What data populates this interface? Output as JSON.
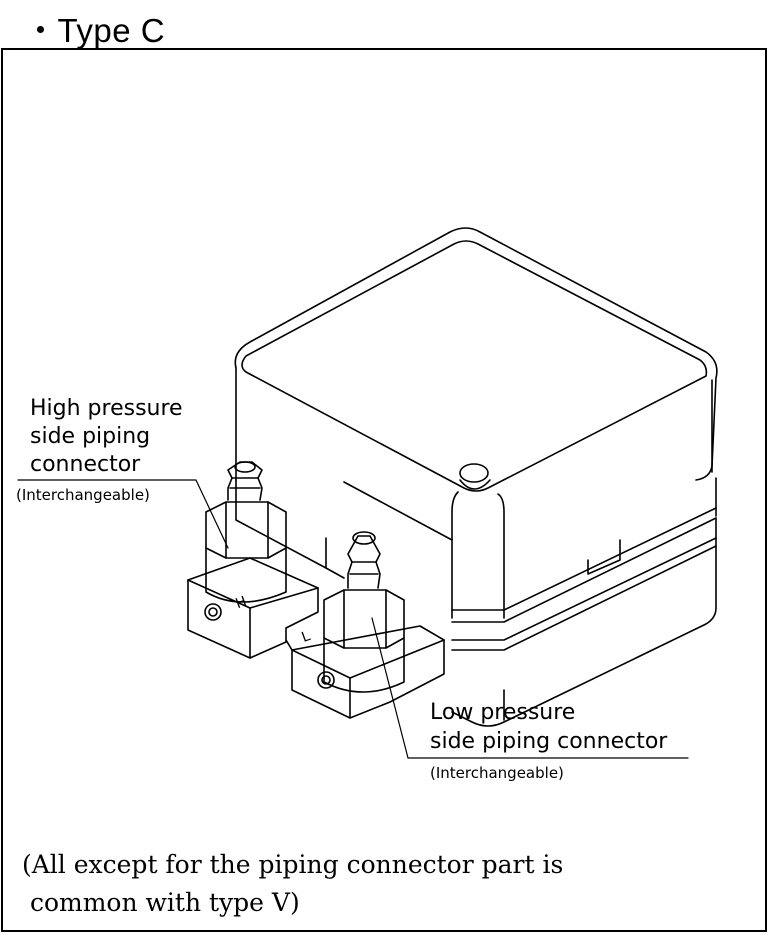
{
  "title": "・Type C",
  "diagram": {
    "subject": "Type C sensor with piping connectors",
    "labels": {
      "high_line1": "High pressure",
      "high_line2": "side piping",
      "high_line3": "connector",
      "high_sub": "(Interchangeable)",
      "low_line1": "Low pressure",
      "low_line2": "side piping connector",
      "low_sub": "(Interchangeable)",
      "port_h": "H",
      "port_l": "L"
    }
  },
  "note": {
    "line1": "(All except for the piping connector part is",
    "line2": " common with type V)"
  }
}
